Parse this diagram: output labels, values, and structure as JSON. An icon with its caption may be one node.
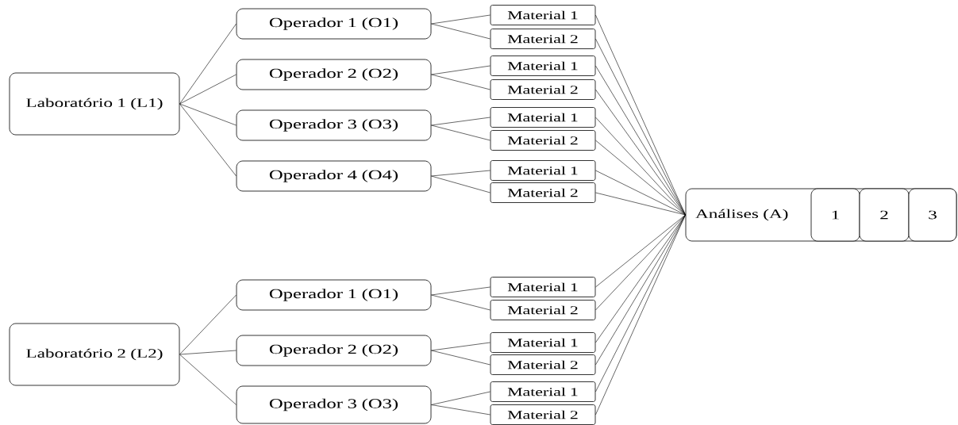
{
  "diagram": {
    "nodes": [
      {
        "text": [
          "Laboratório 1 (L1)"
        ]
      },
      {
        "text": [
          "Operador 1 (O1)"
        ]
      },
      {
        "text": [
          "Operador 2 (O2)"
        ]
      },
      {
        "text": [
          "Operador 3 (O3)"
        ]
      },
      {
        "text": [
          "Operador 4 (O4)"
        ]
      },
      {
        "text": [
          "Material 1"
        ]
      },
      {
        "text": [
          "Material 2"
        ]
      },
      {
        "text": [
          "Material 1"
        ]
      },
      {
        "text": [
          "Material 2"
        ]
      },
      {
        "text": [
          "Material 1"
        ]
      },
      {
        "text": [
          "Material 2"
        ]
      },
      {
        "text": [
          "Material 1"
        ]
      },
      {
        "text": [
          "Material 2"
        ]
      },
      {
        "text": [
          "Análises (A)"
        ]
      },
      {
        "text": [
          "1"
        ],
        "in": 13
      },
      {
        "text": [
          "2"
        ],
        "in": 13
      },
      {
        "text": [
          "3"
        ],
        "in": 13
      },
      {
        "text": [
          "Laboratório 2 (L2)"
        ]
      },
      {
        "text": [
          "Operador 1 (O1)"
        ]
      },
      {
        "text": [
          "Operador 2 (O2)"
        ]
      },
      {
        "text": [
          "Operador 3 (O3)"
        ]
      },
      {
        "text": [
          "Material 1"
        ]
      },
      {
        "text": [
          "Material 2"
        ]
      },
      {
        "text": [
          "Material 1"
        ]
      },
      {
        "text": [
          "Material 2"
        ]
      },
      {
        "text": [
          "Material 1"
        ]
      },
      {
        "text": [
          "Material 2"
        ]
      }
    ],
    "edges": [
      {
        "from": 0,
        "to": 1,
        "arrow": "none"
      },
      {
        "from": 0,
        "to": 2,
        "arrow": "none"
      },
      {
        "from": 0,
        "to": 3,
        "arrow": "none"
      },
      {
        "from": 0,
        "to": 4,
        "arrow": "none"
      },
      {
        "from": 1,
        "to": 5,
        "arrow": "none"
      },
      {
        "from": 1,
        "to": 6,
        "arrow": "none"
      },
      {
        "from": 2,
        "to": 7,
        "arrow": "none"
      },
      {
        "from": 2,
        "to": 8,
        "arrow": "none"
      },
      {
        "from": 3,
        "to": 9,
        "arrow": "none"
      },
      {
        "from": 3,
        "to": 10,
        "arrow": "none"
      },
      {
        "from": 4,
        "to": 11,
        "arrow": "none"
      },
      {
        "from": 4,
        "to": 12,
        "arrow": "none"
      },
      {
        "from": 5,
        "to": 13,
        "arrow": "none"
      },
      {
        "from": 6,
        "to": 13,
        "arrow": "none"
      },
      {
        "from": 7,
        "to": 13,
        "arrow": "none"
      },
      {
        "from": 8,
        "to": 13,
        "arrow": "none"
      },
      {
        "from": 9,
        "to": 13,
        "arrow": "none"
      },
      {
        "from": 10,
        "to": 13,
        "arrow": "none"
      },
      {
        "from": 11,
        "to": 13,
        "arrow": "none"
      },
      {
        "from": 12,
        "to": 13,
        "arrow": "none"
      },
      {
        "from": 17,
        "to": 18,
        "arrow": "none"
      },
      {
        "from": 17,
        "to": 19,
        "arrow": "none"
      },
      {
        "from": 17,
        "to": 20,
        "arrow": "none"
      },
      {
        "from": 18,
        "to": 21,
        "arrow": "none"
      },
      {
        "from": 18,
        "to": 22,
        "arrow": "none"
      },
      {
        "from": 19,
        "to": 23,
        "arrow": "none"
      },
      {
        "from": 19,
        "to": 24,
        "arrow": "none"
      },
      {
        "from": 20,
        "to": 25,
        "arrow": "none"
      },
      {
        "from": 20,
        "to": 26,
        "arrow": "none"
      },
      {
        "from": 21,
        "to": 13,
        "arrow": "none"
      },
      {
        "from": 22,
        "to": 13,
        "arrow": "none"
      },
      {
        "from": 23,
        "to": 13,
        "arrow": "none"
      },
      {
        "from": 24,
        "to": 13,
        "arrow": "none"
      },
      {
        "from": 25,
        "to": 13,
        "arrow": "none"
      },
      {
        "from": 26,
        "to": 13,
        "arrow": "none"
      }
    ]
  }
}
